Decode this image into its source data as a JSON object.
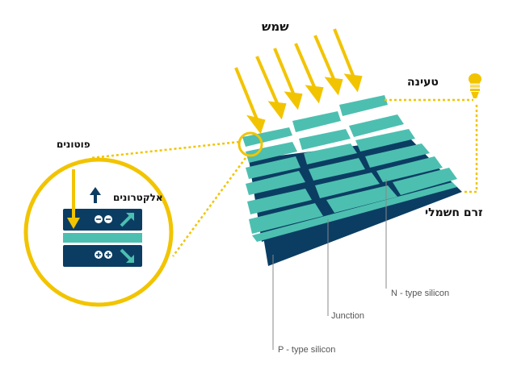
{
  "labels": {
    "sun": "שמש",
    "load": "טעינה",
    "photons": "פוטונים",
    "electrons": "אלקטרונים",
    "current": "זרם חשמלי",
    "n_type": "N - type silicon",
    "junction": "Junction",
    "p_type": "P - type silicon"
  },
  "colors": {
    "yellow": "#f2c400",
    "teal": "#4dbfb0",
    "navy": "#0b3d63",
    "panel_gap": "#0b3d63"
  },
  "icons": {
    "bulb": "light-bulb-icon",
    "minus_charge": "electron-charge-icon",
    "plus_charge": "hole-charge-icon"
  }
}
